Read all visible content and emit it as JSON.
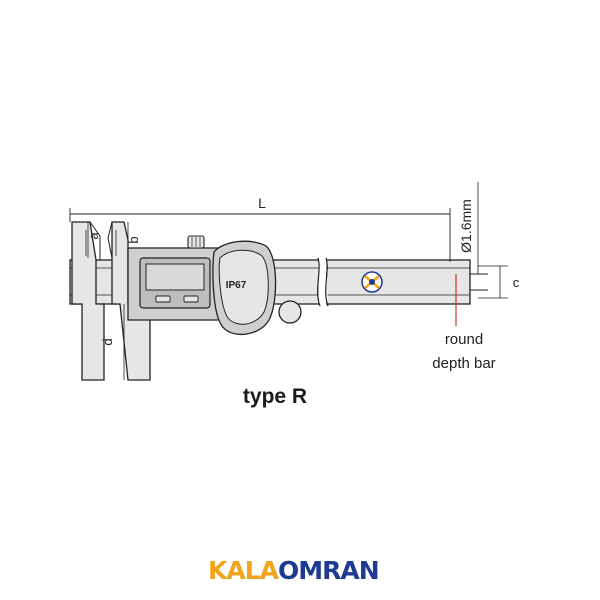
{
  "diagram": {
    "labels": {
      "L": "L",
      "a": "a",
      "b": "b",
      "d": "d",
      "c": "c",
      "bar_diameter": "Ø1.6mm",
      "round_line1": "round",
      "round_line2": "depth bar",
      "ip_rating": "IP67"
    },
    "caption": "type R"
  },
  "logo": {
    "part1": "KALA",
    "part2": "OMRAN"
  },
  "colors": {
    "line": "#222222",
    "fill_light": "#e6e6e6",
    "fill_mid": "#cfcfcf",
    "pointer_red": "#c0392b",
    "logo_orange": "#f2a51a",
    "logo_blue": "#1f3a93"
  }
}
